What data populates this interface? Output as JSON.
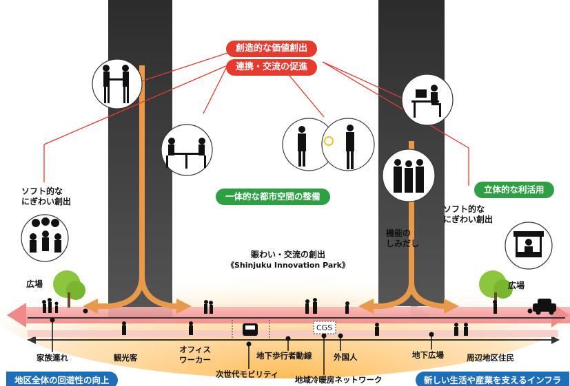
{
  "goals": {
    "creative_value": "創造的な価値創出",
    "collaboration": "連携・交流の促進"
  },
  "labels": {
    "urban_space": "一体的な都市空間の整備",
    "vertical_use": "立体的な利活用",
    "soft_left_line1": "ソフト的な",
    "soft_left_line2": "にぎわい創出",
    "soft_right_line1": "ソフト的な",
    "soft_right_line2": "にぎわい創出",
    "function_line1": "機能の",
    "function_line2": "しみだし",
    "buzz_line1": "賑わい・交流の創出",
    "buzz_line2": "《Shinjuku Innovation Park》",
    "plaza_left": "広場",
    "plaza_right": "広場",
    "cgs": "CGS"
  },
  "bottom_labels": {
    "family": "家族連れ",
    "tourist": "観光客",
    "office_worker_line1": "オフィス",
    "office_worker_line2": "ワーカー",
    "next_mobility": "次世代モビリティ",
    "underground_walkway": "地下歩行者動線",
    "foreigner": "外国人",
    "heating_network": "地域冷暖房ネットワーク",
    "underground_plaza": "地下広場",
    "resident": "周辺地区住民"
  },
  "banners": {
    "left": "地区全体の回遊性の向上",
    "right": "新しい生活や産業を支えるインフラ"
  },
  "colors": {
    "red": "#e63a2e",
    "green": "#2ea043",
    "blue": "#1f6fb8",
    "tower": "#4a4a4a",
    "orange_flow": "#e89a4a",
    "pink_band": "#f4a6a6",
    "glow": "#ffd27a"
  },
  "icons": [
    "handshake-icon",
    "dining-icon",
    "idea-icon",
    "office-desk-icon",
    "conversation-icon",
    "performance-icon",
    "market-stall-icon",
    "tree-icon",
    "car-icon",
    "bus-icon",
    "pedestrian-icon"
  ]
}
